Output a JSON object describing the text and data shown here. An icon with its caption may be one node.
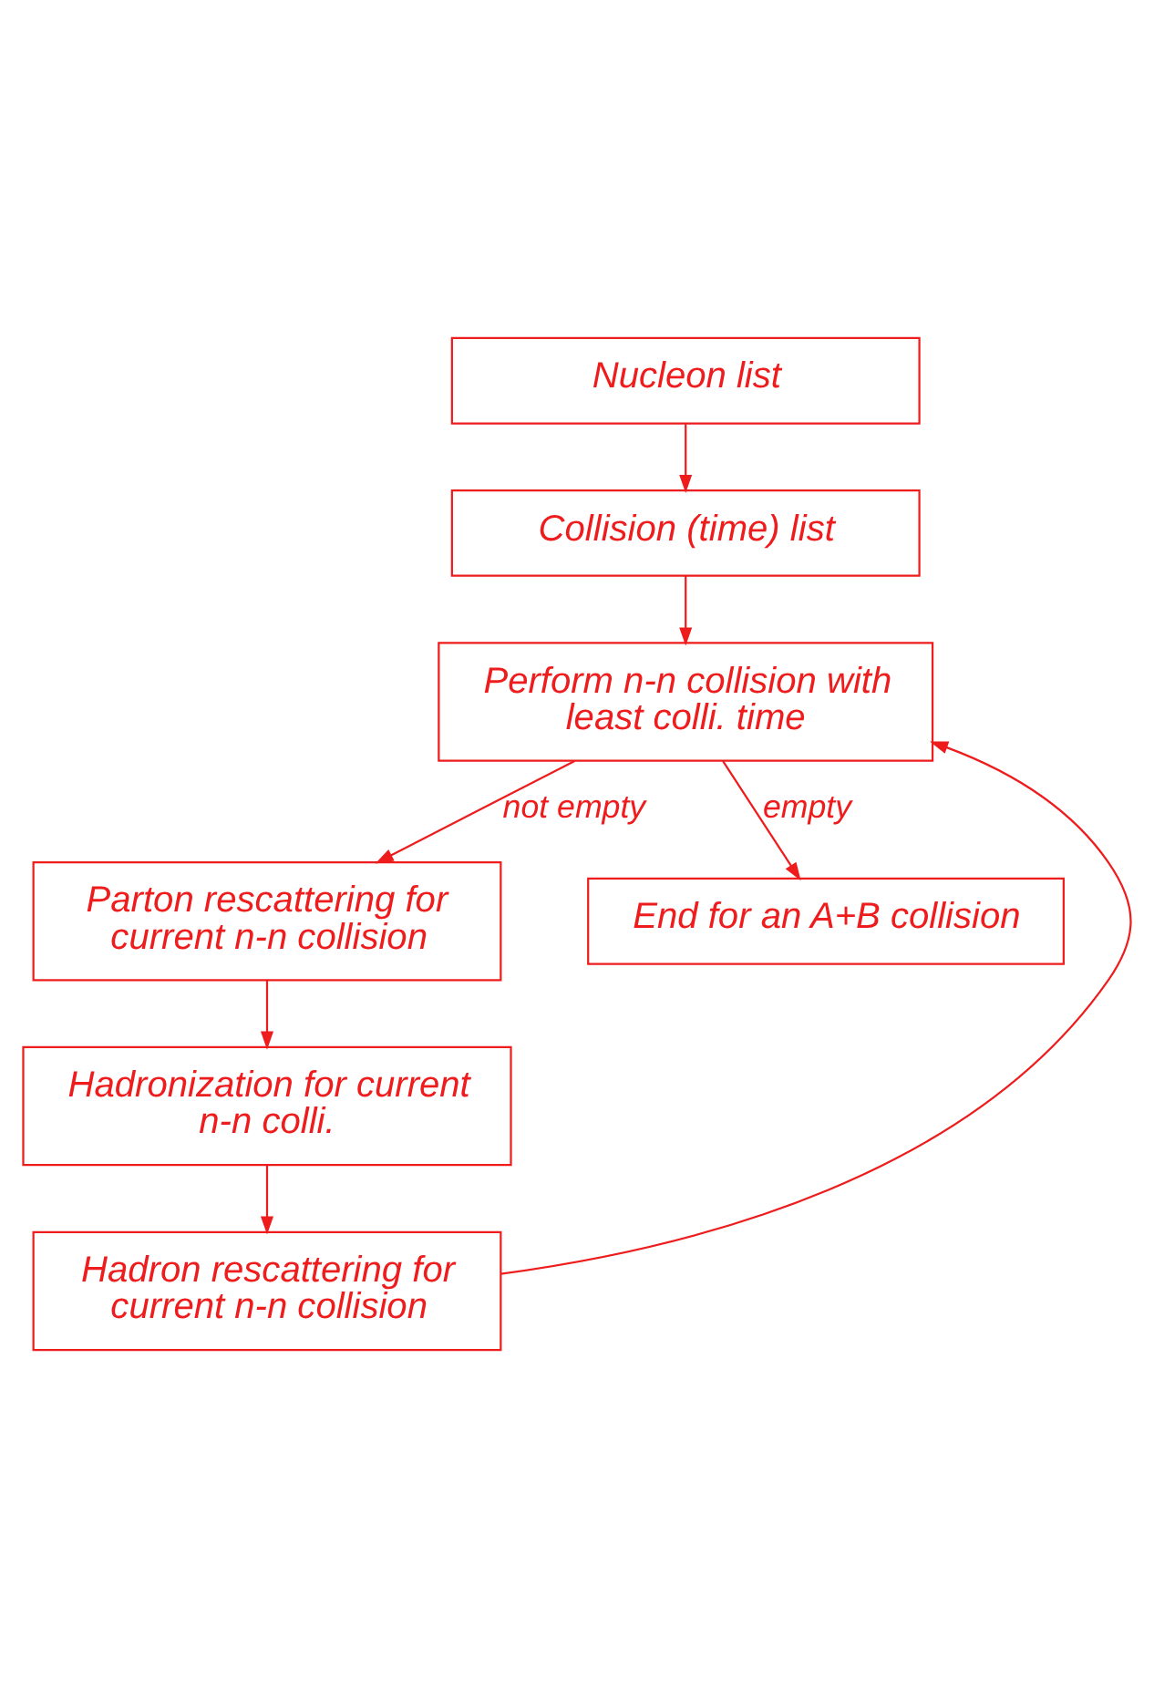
{
  "diagram": {
    "nodes": [
      {
        "text": [
          "Nucleon list"
        ]
      },
      {
        "text": [
          "Collision (time) list"
        ]
      },
      {
        "text": [
          "Perform n-n collision with least colli. time"
        ]
      },
      {
        "text": [
          "Parton rescattering for current n-n collision"
        ]
      },
      {
        "text": [
          "Hadronization for current n-n colli."
        ]
      },
      {
        "text": [
          "Hadron rescattering for current n-n collision"
        ]
      },
      {
        "text": [
          "End for an A+B collision"
        ]
      }
    ],
    "edges": [
      {
        "from": 0,
        "to": 1,
        "arrow": "to"
      },
      {
        "from": 1,
        "to": 2,
        "arrow": "to"
      },
      {
        "from": 2,
        "to": 3,
        "arrow": "to",
        "label": "not empty"
      },
      {
        "from": 2,
        "to": 6,
        "arrow": "to",
        "label": "empty"
      },
      {
        "from": 3,
        "to": 4,
        "arrow": "to"
      },
      {
        "from": 4,
        "to": 5,
        "arrow": "to"
      },
      {
        "from": 5,
        "to": 2,
        "arrow": "to"
      }
    ]
  }
}
